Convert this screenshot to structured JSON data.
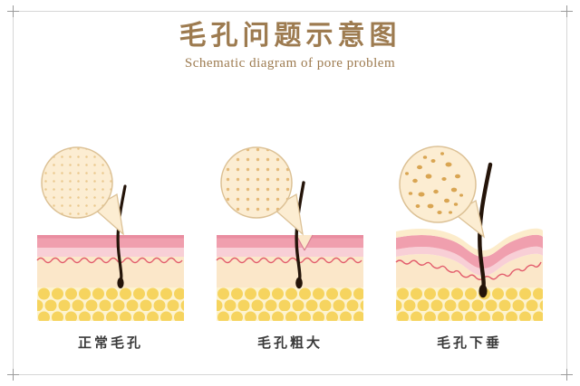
{
  "header": {
    "title_zh": "毛孔问题示意图",
    "title_en": "Schematic diagram of pore problem"
  },
  "panels": [
    {
      "label": "正常毛孔",
      "texture": "fine-dots"
    },
    {
      "label": "毛孔粗大",
      "texture": "coarse-dots"
    },
    {
      "label": "毛孔下垂",
      "texture": "irregular-blobs"
    }
  ],
  "icons": {
    "magnifier_circle": "zoomed-skin-surface-callout",
    "corner_mark": "plus-registration-mark"
  },
  "colors": {
    "title_text": "#9d7b50",
    "epidermis_pink": "#f09fae",
    "epidermis_edge_pink": "#e98da0",
    "upper_dermis_pink": "#f8cfd6",
    "dermis_cream": "#fbe7c9",
    "fat_yellow": "#f6d45f",
    "fat_base": "#fdf3cf",
    "capillary_red": "#e25a6b",
    "hair_dark": "#241409",
    "magnifier_fill": "#fcedd2",
    "magnifier_stroke": "#dcc195",
    "label_text": "#3a3a3a",
    "frame_line": "#d6d6d6"
  }
}
